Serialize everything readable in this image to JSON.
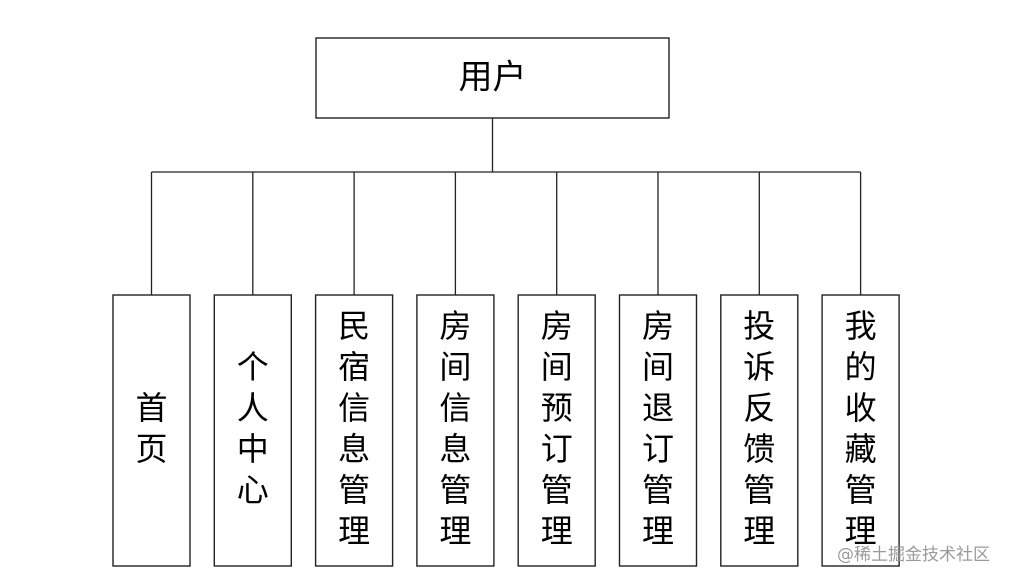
{
  "diagram": {
    "root": {
      "label": "用户"
    },
    "children": [
      {
        "id": "home",
        "label": "首页"
      },
      {
        "id": "personal-center",
        "label": "个人中心"
      },
      {
        "id": "homestay-info-management",
        "label": "民宿信息管理"
      },
      {
        "id": "room-info-management",
        "label": "房间信息管理"
      },
      {
        "id": "room-booking-management",
        "label": "房间预订管理"
      },
      {
        "id": "room-cancellation-management",
        "label": "房间退订管理"
      },
      {
        "id": "complaint-feedback-management",
        "label": "投诉反馈管理"
      },
      {
        "id": "my-favorites-management",
        "label": "我的收藏管理"
      }
    ]
  },
  "watermark": {
    "text": "@稀土掘金技术社区"
  },
  "colors": {
    "line": "#222222",
    "text": "#000000",
    "watermark": "#9a9a9a",
    "background": "#ffffff"
  }
}
